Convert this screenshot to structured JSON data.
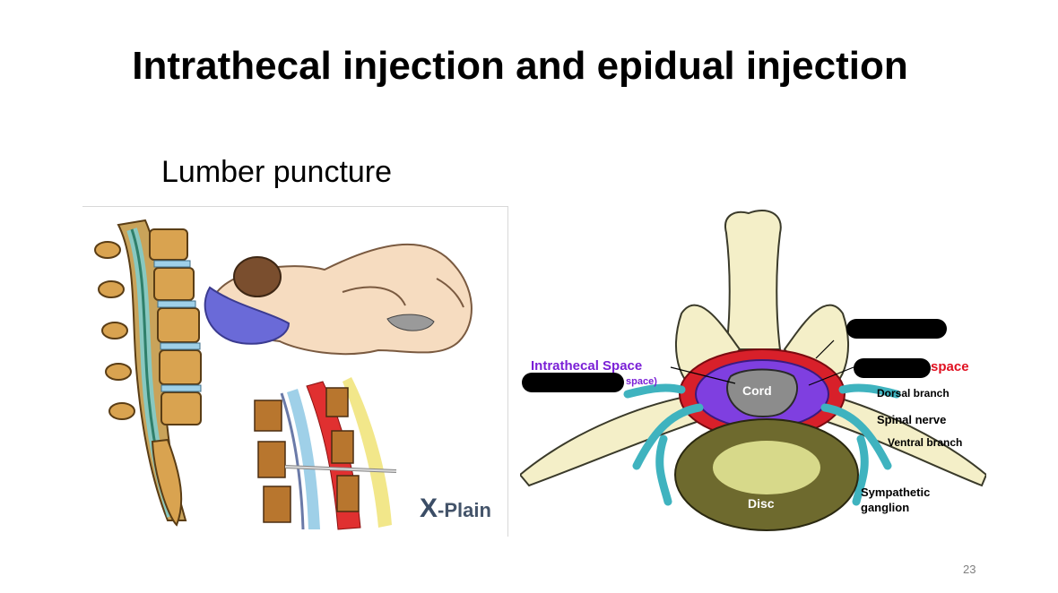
{
  "slide": {
    "title": "Intrathecal injection and epidual injection",
    "subtitle": "Lumber puncture",
    "page_number": "23"
  },
  "left_image": {
    "watermark": "X-Plain",
    "watermark_prefix": "X",
    "watermark_suffix": "-Plain"
  },
  "right_image": {
    "labels": {
      "intrathecal_space": "Intrathecal Space",
      "intrathecal_sub": "space)",
      "space_right": "space",
      "cord": "Cord",
      "dorsal_branch": "Dorsal branch",
      "spinal_nerve": "Spinal nerve",
      "ventral_branch": "Ventral branch",
      "sympathetic": "Sympathetic",
      "ganglion": "ganglion",
      "disc": "Disc"
    },
    "colors": {
      "intrathecal_label": "#7a1fd6",
      "space_label": "#e01020",
      "bone": "#f4efc8",
      "epidural_fat": "#d8202a",
      "csf": "#7f3fe0",
      "nerve": "#3fb3bf",
      "disc": "#6e6a2e"
    }
  }
}
